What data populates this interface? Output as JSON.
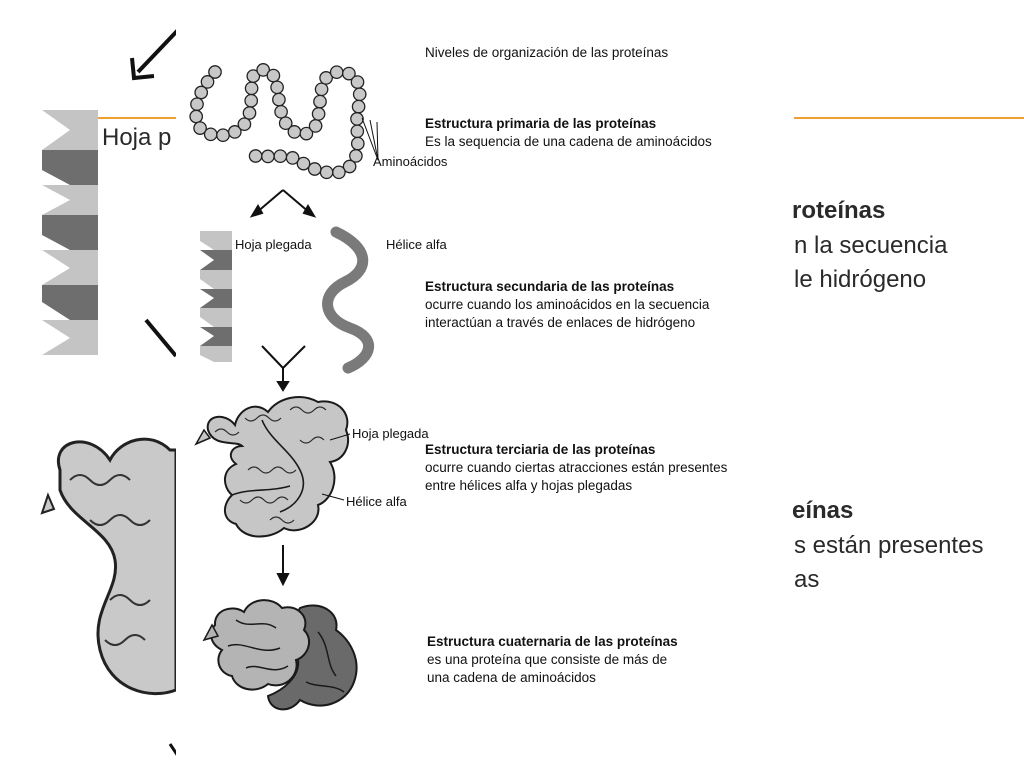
{
  "title": "Niveles de organización de las proteínas",
  "levels": [
    {
      "heading": "Estructura primaria de las proteínas",
      "lines": [
        "Es la sequencia de una cadena de aminoácidos"
      ],
      "labels": [
        "Aminoácidos"
      ]
    },
    {
      "heading": "Estructura secundaria de las proteínas",
      "lines": [
        "ocurre cuando los aminoácidos en la secuencia",
        "interactúan a través de enlaces de hidrógeno"
      ],
      "labels": [
        "Hoja plegada",
        "Hélice alfa"
      ]
    },
    {
      "heading": "Estructura terciaria de las proteínas",
      "lines": [
        "ocurre cuando ciertas atracciones están presentes",
        "entre hélices alfa y hojas plegadas"
      ],
      "labels": [
        "Hoja plegada",
        "Hélice alfa"
      ]
    },
    {
      "heading": "Estructura cuaternaria de las proteínas",
      "lines": [
        "es una proteína que consiste de más de",
        "una cadena de aminoácidos"
      ],
      "labels": []
    }
  ],
  "background_slide": {
    "title_fragment": "Hoja p",
    "heading_1": "roteínas",
    "line_1": "n la secuencia",
    "line_2": "le hidrógeno",
    "heading_2": "eínas",
    "line_3": "s están presentes",
    "line_4": "as"
  },
  "colors": {
    "accent_rule": "#f0a030",
    "bead_fill": "#c8c8c8",
    "sheet_dark": "#6e6e6e",
    "sheet_light": "#c4c4c4",
    "helix": "#7a7a7a",
    "subunit_dark": "#6a6a6a",
    "subunit_light": "#b4b4b4"
  }
}
